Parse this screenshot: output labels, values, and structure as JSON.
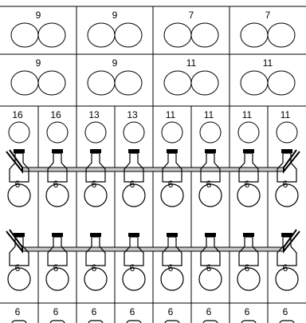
{
  "rows": [
    {
      "kind": "double-circle",
      "labels": [
        "9",
        "9",
        "7",
        "7"
      ]
    },
    {
      "kind": "double-circle",
      "labels": [
        "9",
        "9",
        "11",
        "11"
      ]
    },
    {
      "kind": "single-circle",
      "labels": [
        "16",
        "16",
        "13",
        "13",
        "11",
        "11",
        "11",
        "11"
      ]
    },
    {
      "kind": "bottle",
      "labels": [
        "6",
        "6",
        "6",
        "6",
        "6",
        "6",
        "6",
        "6"
      ]
    },
    {
      "kind": "bottle",
      "labels": [
        "6",
        "6",
        "6",
        "6",
        "6",
        "6",
        "6",
        "6"
      ]
    },
    {
      "kind": "jar",
      "labels": [
        "6",
        "6",
        "6",
        "6",
        "6",
        "6",
        "6",
        "6"
      ]
    }
  ],
  "colors": {
    "stroke": "#000000",
    "shelf_bar": "#c8c8c8",
    "background": "#ffffff"
  }
}
